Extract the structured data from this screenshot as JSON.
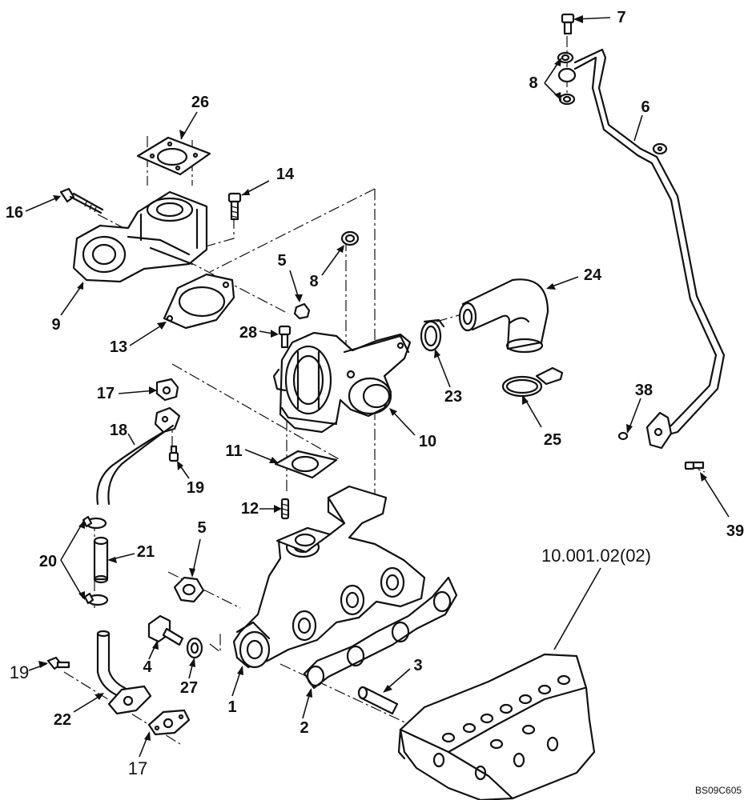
{
  "diagram": {
    "drawing_code": "BS09C605",
    "reference_label": "10.001.02(02)",
    "callouts": {
      "c1": "1",
      "c2": "2",
      "c3": "3",
      "c4": "4",
      "c5a": "5",
      "c5b": "5",
      "c6": "6",
      "c7": "7",
      "c8a": "8",
      "c8b": "8",
      "c9": "9",
      "c10": "10",
      "c11": "11",
      "c12": "12",
      "c13": "13",
      "c14": "14",
      "c16": "16",
      "c17a": "17",
      "c17b": "17",
      "c18": "18",
      "c19a": "19",
      "c19b": "19",
      "c20": "20",
      "c21": "21",
      "c22": "22",
      "c23": "23",
      "c24": "24",
      "c25": "25",
      "c26": "26",
      "c27": "27",
      "c28": "28",
      "c38": "38",
      "c39": "39"
    }
  }
}
